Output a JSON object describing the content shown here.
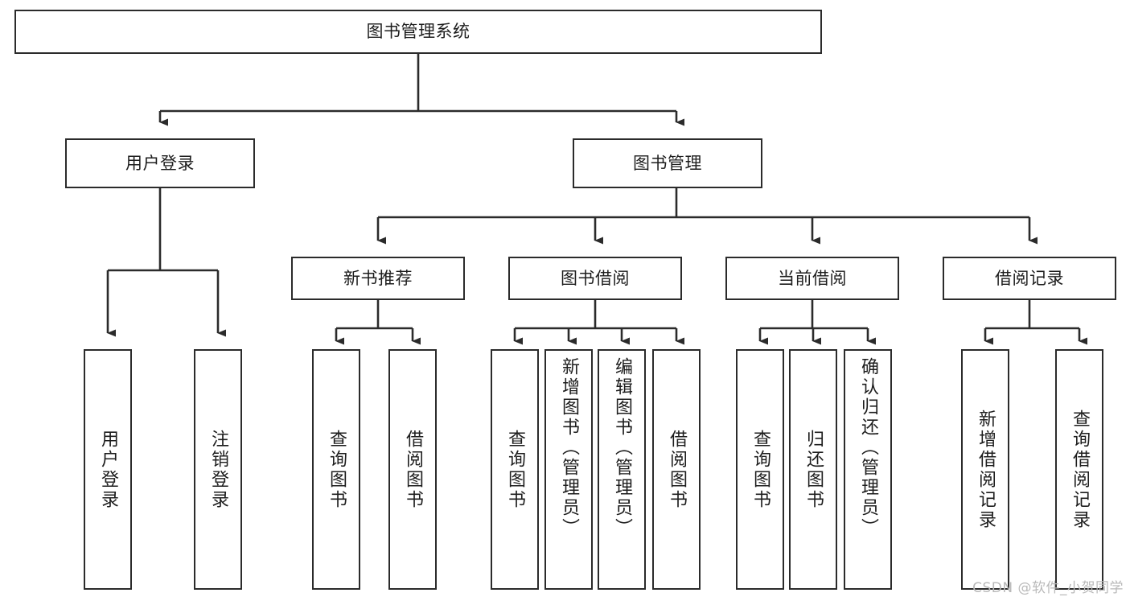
{
  "diagram": {
    "title": "图书管理系统",
    "type": "功能结构图",
    "colors": {
      "box_border": "#2b2b2b",
      "box_fill": "#ffffff",
      "text": "#1d1d1d",
      "edge": "#2b2b2b",
      "watermark": "#b9b9b9",
      "background": "#ffffff"
    },
    "watermark": "CSDN @软件_小贺同学",
    "nodes": {
      "root": {
        "label": "图书管理系统"
      },
      "level2": [
        {
          "label": "用户登录"
        },
        {
          "label": "图书管理"
        }
      ],
      "level3": [
        {
          "label": "新书推荐"
        },
        {
          "label": "图书借阅"
        },
        {
          "label": "当前借阅"
        },
        {
          "label": "借阅记录"
        }
      ],
      "leaves": {
        "user_login": [
          {
            "label": "用户登录"
          },
          {
            "label": "注销登录"
          }
        ],
        "new_book_recommend": [
          {
            "label": "查询图书"
          },
          {
            "label": "借阅图书"
          }
        ],
        "book_borrow": [
          {
            "label": "查询图书"
          },
          {
            "label": "新增图书（管理员）"
          },
          {
            "label": "编辑图书（管理员）"
          },
          {
            "label": "借阅图书"
          }
        ],
        "current_borrow": [
          {
            "label": "查询图书"
          },
          {
            "label": "归还图书"
          },
          {
            "label": "确认归还（管理员）"
          }
        ],
        "borrow_record": [
          {
            "label": "新增借阅记录"
          },
          {
            "label": "查询借阅记录"
          }
        ]
      }
    }
  }
}
